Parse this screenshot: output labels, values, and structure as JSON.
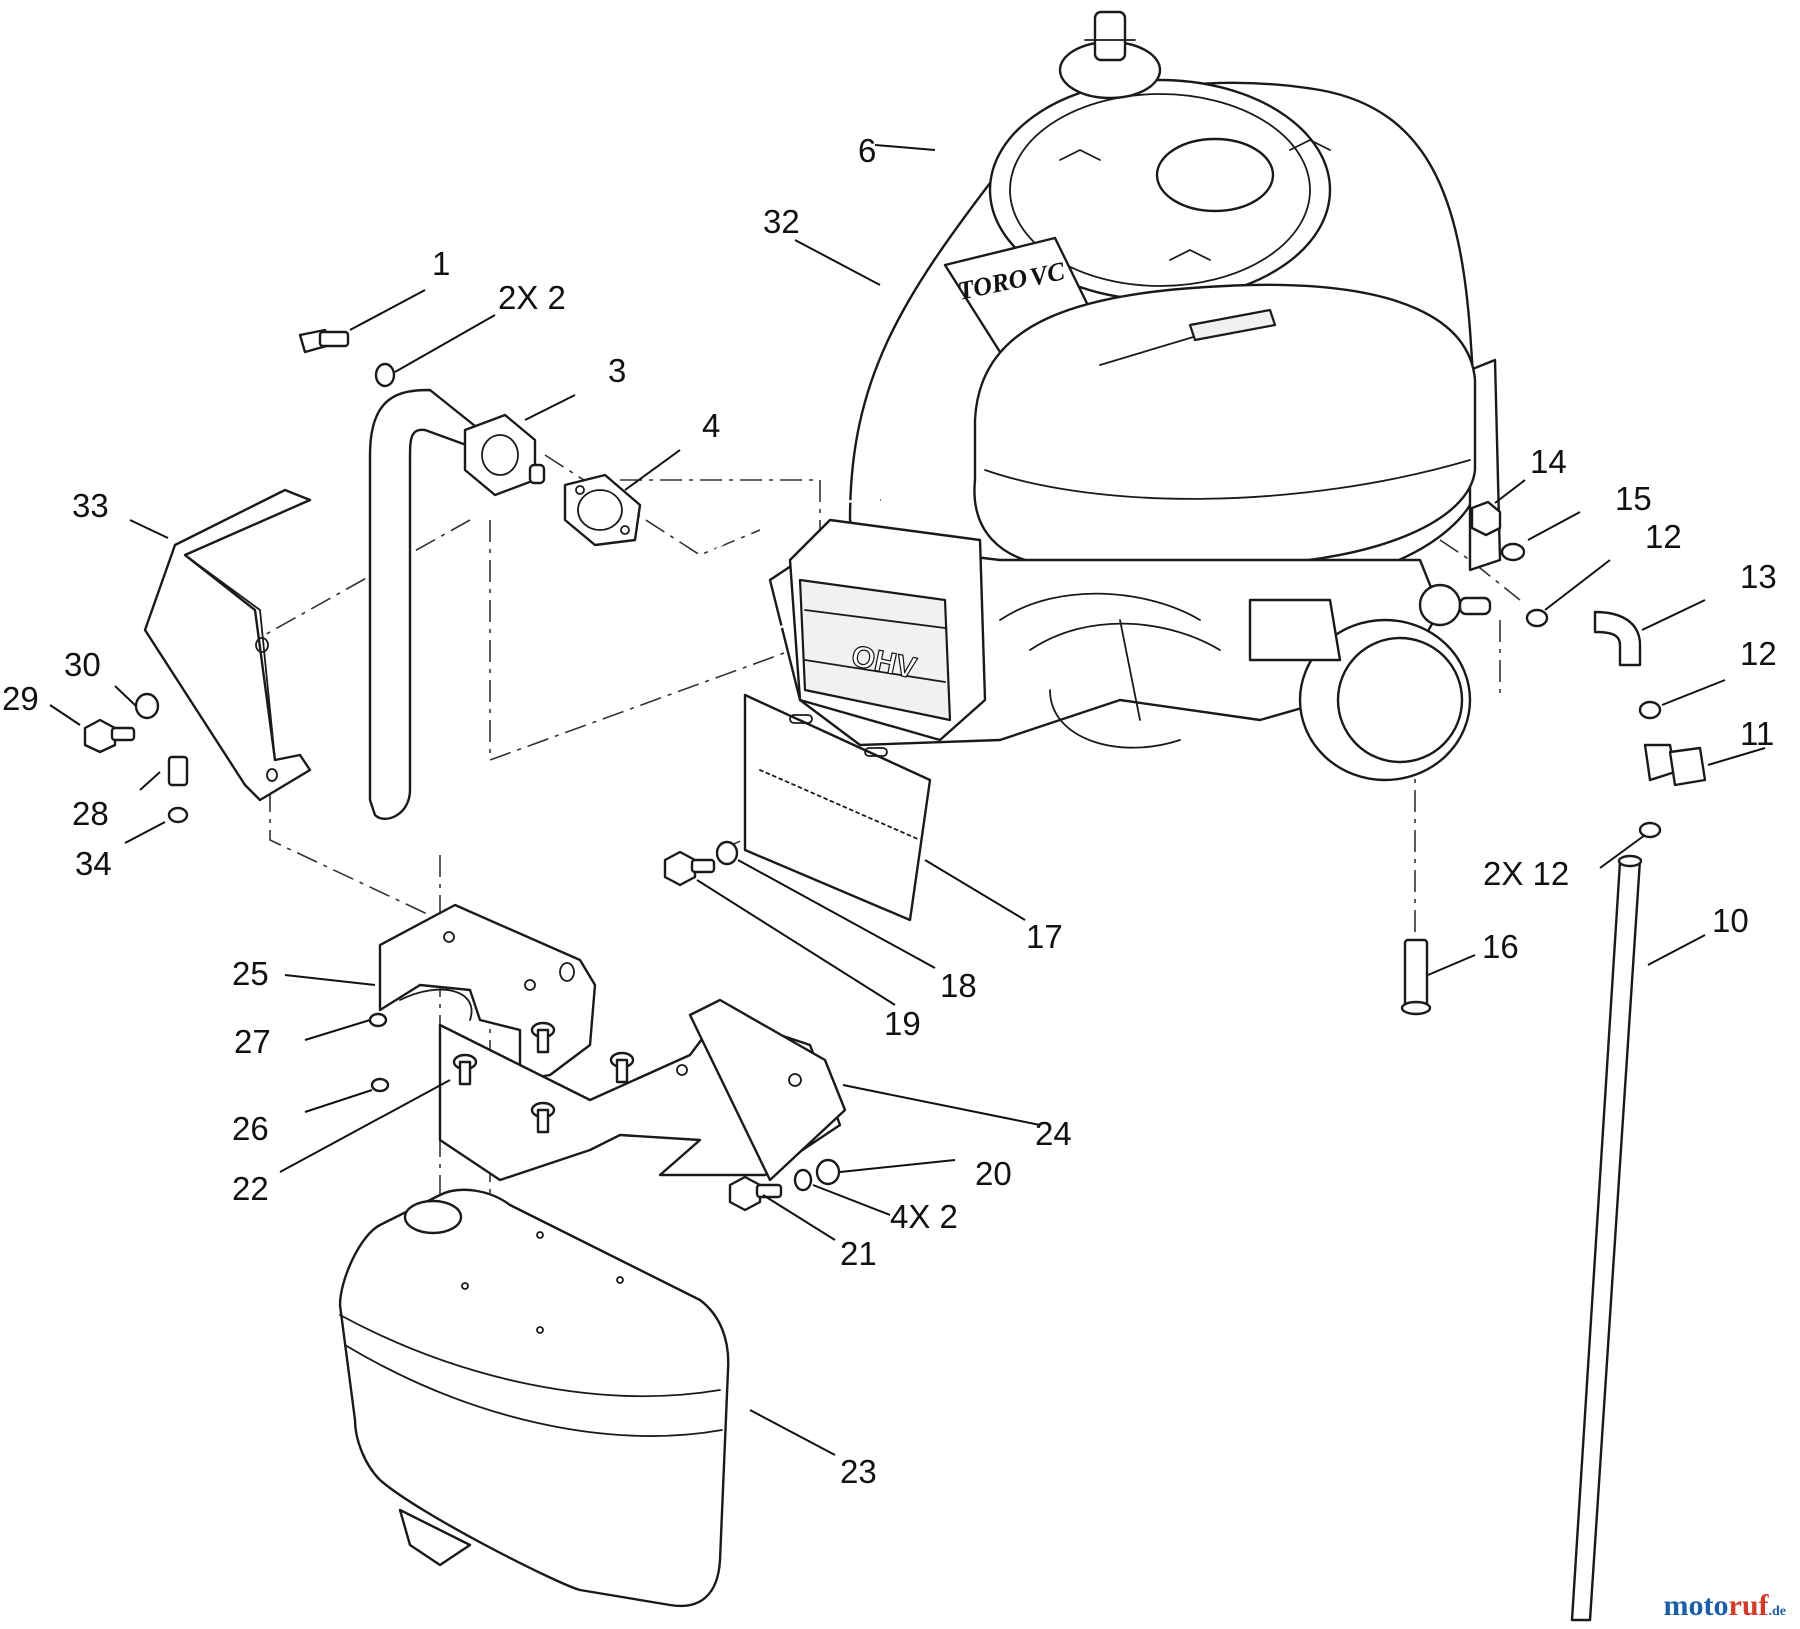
{
  "diagram": {
    "callouts": [
      {
        "id": "1",
        "label": "1"
      },
      {
        "id": "2x2",
        "label": "2X  2"
      },
      {
        "id": "3",
        "label": "3"
      },
      {
        "id": "4",
        "label": "4"
      },
      {
        "id": "6",
        "label": "6"
      },
      {
        "id": "32",
        "label": "32"
      },
      {
        "id": "33",
        "label": "33"
      },
      {
        "id": "30",
        "label": "30"
      },
      {
        "id": "29",
        "label": "29"
      },
      {
        "id": "28",
        "label": "28"
      },
      {
        "id": "34",
        "label": "34"
      },
      {
        "id": "14",
        "label": "14"
      },
      {
        "id": "15",
        "label": "15"
      },
      {
        "id": "12a",
        "label": "12"
      },
      {
        "id": "13",
        "label": "13"
      },
      {
        "id": "12b",
        "label": "12"
      },
      {
        "id": "11",
        "label": "11"
      },
      {
        "id": "2x12",
        "label": "2X  12"
      },
      {
        "id": "10",
        "label": "10"
      },
      {
        "id": "16",
        "label": "16"
      },
      {
        "id": "17",
        "label": "17"
      },
      {
        "id": "18",
        "label": "18"
      },
      {
        "id": "19",
        "label": "19"
      },
      {
        "id": "25",
        "label": "25"
      },
      {
        "id": "27",
        "label": "27"
      },
      {
        "id": "26",
        "label": "26"
      },
      {
        "id": "22",
        "label": "22"
      },
      {
        "id": "24",
        "label": "24"
      },
      {
        "id": "20",
        "label": "20"
      },
      {
        "id": "4x2",
        "label": "4X  2"
      },
      {
        "id": "21",
        "label": "21"
      },
      {
        "id": "23",
        "label": "23"
      }
    ],
    "engine_brand": "TORO",
    "engine_brand_suffix": "VC",
    "engine_cover_text": "OHV"
  },
  "watermark": {
    "part1": "moto",
    "part2": "ruf",
    "part3": ".de"
  }
}
